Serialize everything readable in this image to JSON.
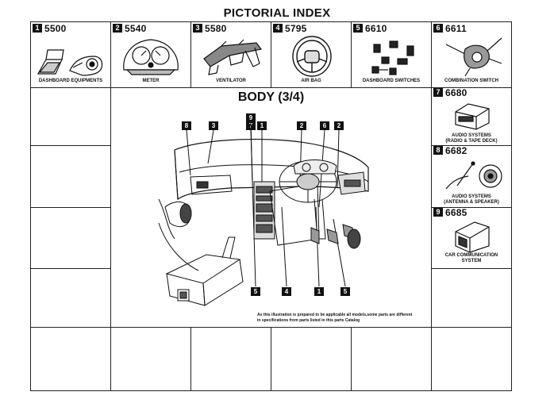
{
  "page_title": "PICTORIAL INDEX",
  "top_row": [
    {
      "num": "1",
      "code": "5500",
      "caption": "DASHBOARD EQUIPMENTS",
      "icon": "dashboard-equipment-icon"
    },
    {
      "num": "2",
      "code": "5540",
      "caption": "METER",
      "icon": "meter-icon"
    },
    {
      "num": "3",
      "code": "5580",
      "caption": "VENTILATOR",
      "icon": "ventilator-icon"
    },
    {
      "num": "4",
      "code": "5795",
      "caption": "AIR BAG",
      "icon": "steering-wheel-icon"
    },
    {
      "num": "5",
      "code": "6610",
      "caption": "DASHBOARD SWITCHES",
      "icon": "switches-icon"
    },
    {
      "num": "6",
      "code": "6611",
      "caption": "COMBINATION SWITCH",
      "icon": "combination-switch-icon"
    }
  ],
  "right_column": [
    {
      "num": "7",
      "code": "6680",
      "caption_lines": [
        "AUDIO SYSTEMS",
        "(RADIO & TAPE DECK)"
      ],
      "icon": "radio-icon"
    },
    {
      "num": "8",
      "code": "6682",
      "caption_lines": [
        "AUDIO SYSTEMS",
        "(ANTENNA & SPEAKER)"
      ],
      "icon": "speaker-icon"
    },
    {
      "num": "9",
      "code": "6685",
      "caption_lines": [
        "CAR COMMUNICATION",
        "SYSTEM"
      ],
      "icon": "car-communication-icon"
    }
  ],
  "main": {
    "title": "BODY (3/4)",
    "callouts_top": [
      "9",
      "8",
      "3",
      "7",
      "1",
      "2",
      "6",
      "2"
    ],
    "callouts_bottom": [
      "5",
      "4",
      "1",
      "5"
    ],
    "note_lines": [
      "As this illustration is prepared to be applicable all models,some parts are different",
      "in specifications from parts listed in this parts Catalog"
    ]
  }
}
